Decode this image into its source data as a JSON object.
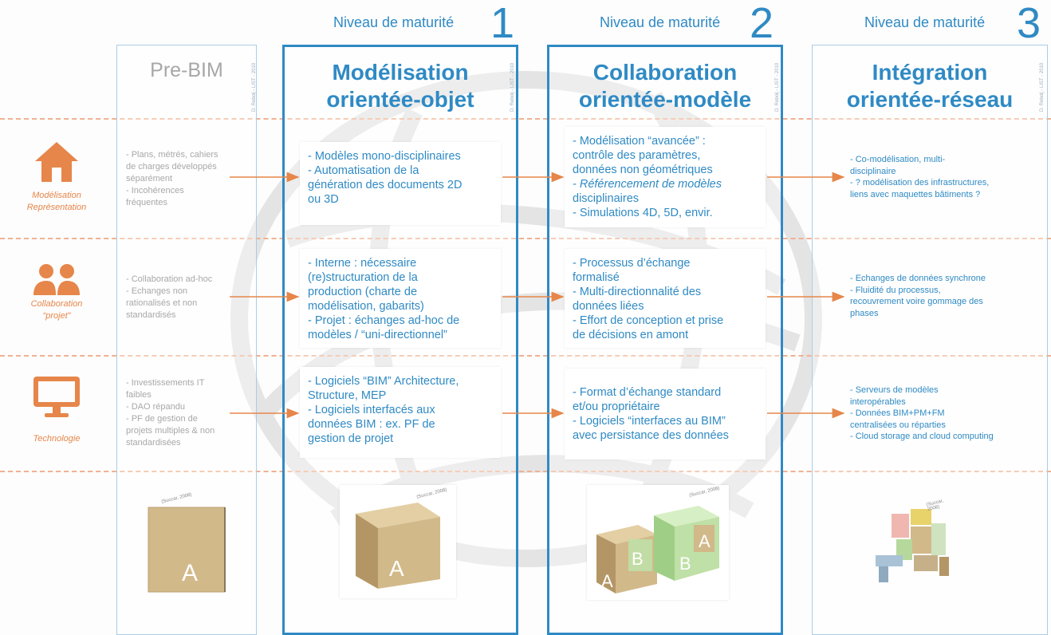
{
  "levels": [
    {
      "label": "Niveau de maturité",
      "number": "1"
    },
    {
      "label": "Niveau de maturité",
      "number": "2"
    },
    {
      "label": "Niveau de maturité",
      "number": "3"
    }
  ],
  "columns": {
    "prebim": {
      "title": "Pre-BIM"
    },
    "col1": {
      "title_line1": "Modélisation",
      "title_line2": "orientée-objet"
    },
    "col2": {
      "title_line1": "Collaboration",
      "title_line2": "orientée-modèle"
    },
    "col3": {
      "title_line1": "Intégration",
      "title_line2": "orientée-réseau"
    }
  },
  "rows": [
    {
      "label_line1": "Modélisation",
      "label_line2": "Représentation",
      "icon": "house-icon",
      "prebim": [
        "- Plans, métrés, cahiers",
        "de charges développés",
        "séparément",
        "- Incohérences",
        "fréquentes"
      ],
      "col1": [
        "- Modèles mono-disciplinaires",
        "- Automatisation de la",
        "génération des documents 2D",
        "ou 3D"
      ],
      "col2": [
        "- Modélisation “avancée” :",
        "contrôle des paramètres,",
        "données non géométriques",
        "- Référencement de modèles",
        "disciplinaires",
        "- Simulations 4D, 5D, envir."
      ],
      "col3": [
        "- Co-modélisation, multi-",
        "disciplinaire",
        "- ? modélisation des infrastructures,",
        "liens avec maquettes bâtiments ?"
      ]
    },
    {
      "label_line1": "Collaboration",
      "label_line2": "“projet”",
      "icon": "people-icon",
      "prebim": [
        "- Collaboration ad-hoc",
        "- Echanges non",
        "rationalisés et non",
        "standardisés"
      ],
      "col1": [
        "- Interne : nécessaire",
        "(re)structuration de la",
        "production (charte de",
        "modélisation, gabarits)",
        "- Projet : échanges ad-hoc de",
        "modèles / “uni-directionnel”"
      ],
      "col2": [
        "- Processus d’échange",
        "formalisé",
        "- Multi-directionnalité des",
        "données liées",
        "- Effort de conception et prise",
        "de décisions en amont"
      ],
      "col3": [
        "- Echanges de données synchrone",
        "- Fluidité du processus,",
        "recouvrement voire gommage des",
        "phases"
      ]
    },
    {
      "label_line1": "Technologie",
      "label_line2": "",
      "icon": "monitor-icon",
      "prebim": [
        "- Investissements IT",
        "faibles",
        "- DAO répandu",
        "- PF de gestion de",
        "projets multiples & non",
        "standardisées"
      ],
      "col1": [
        "- Logiciels “BIM” Architecture,",
        "Structure, MEP",
        "- Logiciels interfacés aux",
        "données BIM : ex. PF de",
        "gestion de projet"
      ],
      "col2": [
        "- Format d’échange standard",
        "et/ou propriétaire",
        "- Logiciels “interfaces au BIM”",
        "avec persistance des données"
      ],
      "col3": [
        "- Serveurs de modèles",
        "interopérables",
        "- Données BIM+PM+FM",
        "centralisées ou réparties",
        "- Cloud storage and cloud computing"
      ]
    }
  ],
  "images": {
    "prebim_letter": "A",
    "prebim_cite": "(Succar, 2008)",
    "col1_letter": "A",
    "col1_cite": "(Succar, 2008)",
    "col2_letters": [
      "A",
      "B",
      "B",
      "A"
    ],
    "col2_cite": "(Succar, 2008)",
    "col3_cite": "(Succar, 2008)"
  },
  "credits": {
    "col": "D. Rebolj - LIST - 2010"
  },
  "colors": {
    "blue": "#2f8ac4",
    "orange": "#e6864a",
    "grey": "#a8a8a8"
  }
}
